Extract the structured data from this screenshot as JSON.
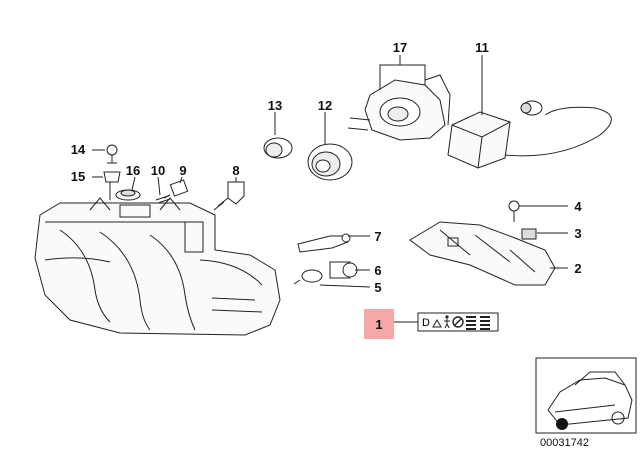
{
  "diagram": {
    "callouts": [
      {
        "id": "c1",
        "label": "1"
      },
      {
        "id": "c2",
        "label": "2"
      },
      {
        "id": "c3",
        "label": "3"
      },
      {
        "id": "c4",
        "label": "4"
      },
      {
        "id": "c5",
        "label": "5"
      },
      {
        "id": "c6",
        "label": "6"
      },
      {
        "id": "c7",
        "label": "7"
      },
      {
        "id": "c8",
        "label": "8"
      },
      {
        "id": "c9",
        "label": "9"
      },
      {
        "id": "c10",
        "label": "10"
      },
      {
        "id": "c11",
        "label": "11"
      },
      {
        "id": "c12",
        "label": "12"
      },
      {
        "id": "c13",
        "label": "13"
      },
      {
        "id": "c14",
        "label": "14"
      },
      {
        "id": "c15",
        "label": "15"
      },
      {
        "id": "c16",
        "label": "16"
      },
      {
        "id": "c17",
        "label": "17"
      }
    ],
    "highlight_color": "#f4a8a8",
    "symbol_strip": [
      "D",
      "warning-triangle-icon",
      "person-icon",
      "no-symbol-icon",
      "bars-icon",
      "bars-icon"
    ],
    "diagram_id": "00031742"
  }
}
